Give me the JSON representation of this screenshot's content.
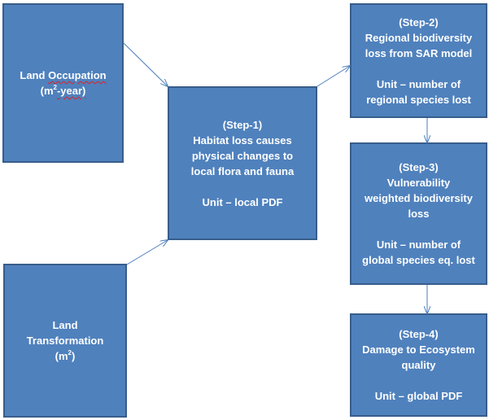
{
  "colors": {
    "box_fill": "#4f81bd",
    "box_border": "#385d8a",
    "text": "#ffffff",
    "arrow": "#4a7ebb",
    "spellcheck_underline": "#e02020"
  },
  "land_occupation": {
    "title_word1": "Land",
    "title_word2": "Occupation",
    "unit_open": "(m",
    "unit_sup": "2",
    "unit_close": "-year)"
  },
  "land_transformation": {
    "line1": "Land",
    "line2": "Transformation",
    "unit_open": "(m",
    "unit_sup": "2",
    "unit_close": ")"
  },
  "step1": {
    "lines": [
      "(Step-1)",
      "Habitat loss causes",
      "physical changes to",
      "local flora and fauna"
    ],
    "unit": "Unit – local PDF"
  },
  "step2": {
    "lines": [
      "(Step-2)",
      "Regional biodiversity",
      "loss from SAR model"
    ],
    "unit_lines": [
      "Unit – number of",
      "regional species lost"
    ]
  },
  "step3": {
    "lines": [
      "(Step-3)",
      "Vulnerability",
      "weighted biodiversity",
      "loss"
    ],
    "unit_lines": [
      "Unit – number of",
      "global species eq. lost"
    ]
  },
  "step4": {
    "lines": [
      "(Step-4)",
      "Damage to Ecosystem",
      "quality"
    ],
    "unit": "Unit – global PDF"
  }
}
